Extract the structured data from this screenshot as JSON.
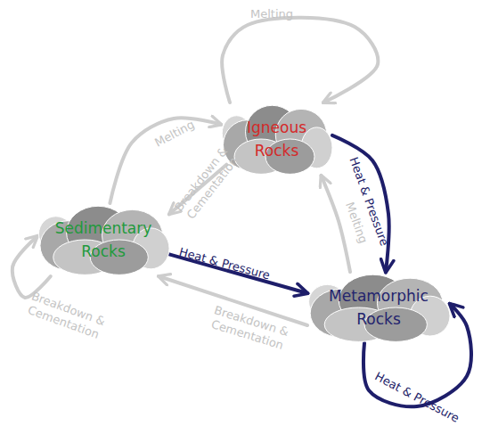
{
  "diagram": {
    "nodes": [
      {
        "text": [
          "Igneous Rocks"
        ]
      },
      {
        "text": [
          "Sedimentary Rocks"
        ]
      },
      {
        "text": [
          "Metamorphic Rocks"
        ]
      }
    ],
    "edges": [
      {
        "from": 0,
        "to": 0,
        "arrow": "to",
        "label": "Melting"
      },
      {
        "from": 1,
        "to": 0,
        "arrow": "to",
        "label": "Melting"
      },
      {
        "from": 0,
        "to": 1,
        "arrow": "to",
        "label": "Breakdown & Cementation"
      },
      {
        "from": 0,
        "to": 2,
        "arrow": "to",
        "label": "Heat & Pressure"
      },
      {
        "from": 1,
        "to": 2,
        "arrow": "to",
        "label": "Heat & Pressure"
      },
      {
        "from": 2,
        "to": 0,
        "arrow": "to",
        "label": "Melting"
      },
      {
        "from": 2,
        "to": 1,
        "arrow": "to",
        "label": "Breakdown & Cementation"
      },
      {
        "from": 1,
        "to": 1,
        "arrow": "to",
        "label": "Breakdown & Cementation"
      },
      {
        "from": 2,
        "to": 2,
        "arrow": "to",
        "label": "Heat & Pressure"
      }
    ]
  }
}
